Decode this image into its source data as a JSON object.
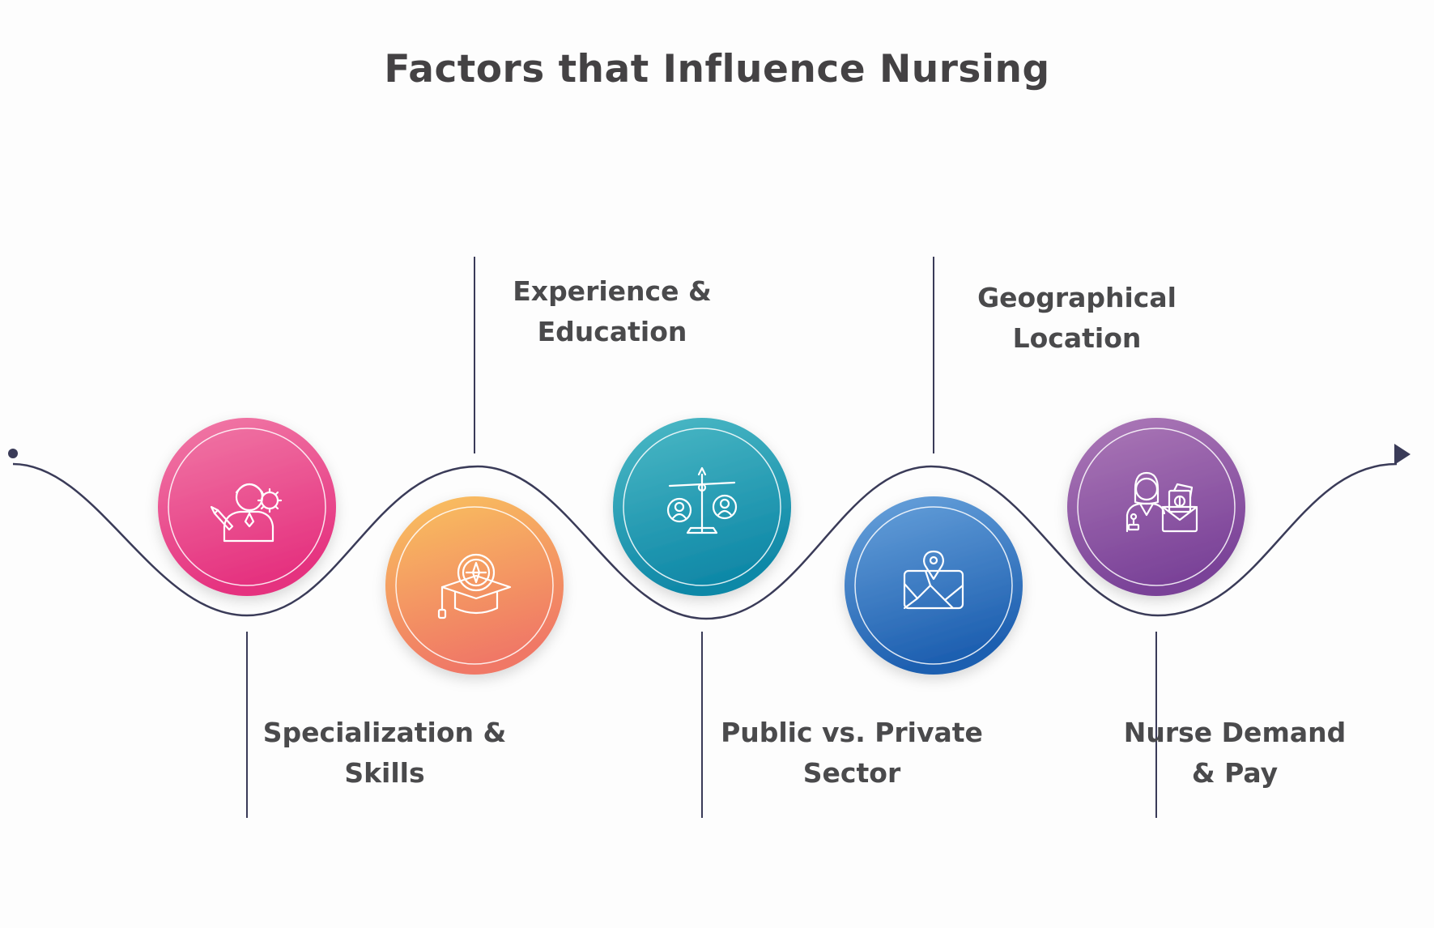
{
  "title": "Factors that Influence Nursing",
  "factors": [
    {
      "label_line1": "Specialization &",
      "label_line2": "Skills",
      "icon": "nurse-with-gear-and-pencil-icon",
      "color_light": "#f17ba7",
      "color_dark": "#e5317f"
    },
    {
      "label_line1": "Experience &",
      "label_line2": "Education",
      "icon": "graduation-cap-with-compass-icon",
      "color_light": "#f9c35f",
      "color_dark": "#f07866"
    },
    {
      "label_line1": "Public vs. Private",
      "label_line2": "Sector",
      "icon": "balance-scale-with-people-icon",
      "color_light": "#4dbac6",
      "color_dark": "#0f88a7"
    },
    {
      "label_line1": "Geographical",
      "label_line2": "Location",
      "icon": "map-with-location-pin-icon",
      "color_light": "#69a3dc",
      "color_dark": "#1d5fb0"
    },
    {
      "label_line1": "Nurse Demand",
      "label_line2": "& Pay",
      "icon": "nurse-with-money-envelope-icon",
      "color_light": "#ad7ab8",
      "color_dark": "#7a4298"
    }
  ],
  "colors": {
    "line": "#3a3b58",
    "title": "#444244",
    "text": "#4a4a4c"
  }
}
